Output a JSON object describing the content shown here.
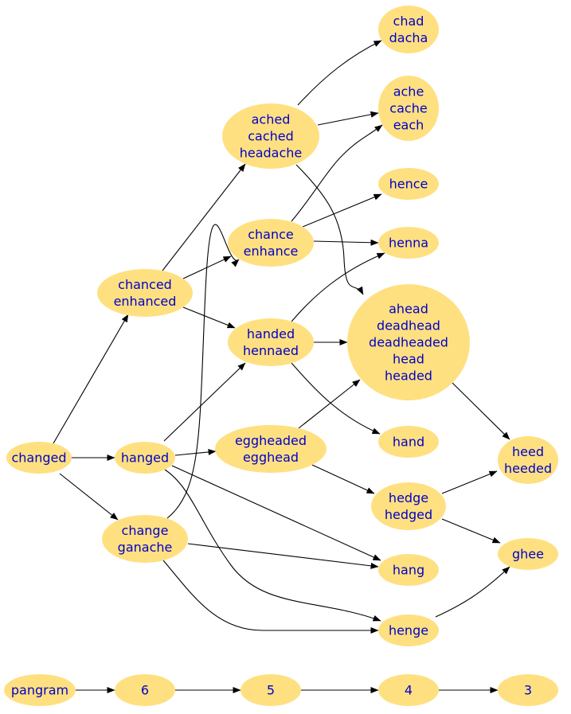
{
  "diagram": {
    "node_color": "#ffe080",
    "text_color": "#0000c8",
    "edge_color": "#000000",
    "nodes": [
      {
        "id": "changed",
        "lines": [
          "changed"
        ]
      },
      {
        "id": "chanced-enhanced",
        "lines": [
          "chanced",
          "enhanced"
        ]
      },
      {
        "id": "hanged",
        "lines": [
          "hanged"
        ]
      },
      {
        "id": "change-ganache",
        "lines": [
          "change",
          "ganache"
        ]
      },
      {
        "id": "ached-cached-headache",
        "lines": [
          "ached",
          "cached",
          "headache"
        ]
      },
      {
        "id": "chance-enhance",
        "lines": [
          "chance",
          "enhance"
        ]
      },
      {
        "id": "handed-hennaed",
        "lines": [
          "handed",
          "hennaed"
        ]
      },
      {
        "id": "eggheaded-egghead",
        "lines": [
          "eggheaded",
          "egghead"
        ]
      },
      {
        "id": "chad-dacha",
        "lines": [
          "chad",
          "dacha"
        ]
      },
      {
        "id": "ache-cache-each",
        "lines": [
          "ache",
          "cache",
          "each"
        ]
      },
      {
        "id": "hence",
        "lines": [
          "hence"
        ]
      },
      {
        "id": "henna",
        "lines": [
          "henna"
        ]
      },
      {
        "id": "ahead-group",
        "lines": [
          "ahead",
          "deadhead",
          "deadheaded",
          "head",
          "headed"
        ]
      },
      {
        "id": "hand",
        "lines": [
          "hand"
        ]
      },
      {
        "id": "hedge-hedged",
        "lines": [
          "hedge",
          "hedged"
        ]
      },
      {
        "id": "hang",
        "lines": [
          "hang"
        ]
      },
      {
        "id": "henge",
        "lines": [
          "henge"
        ]
      },
      {
        "id": "heed-heeded",
        "lines": [
          "heed",
          "heeded"
        ]
      },
      {
        "id": "ghee",
        "lines": [
          "ghee"
        ]
      },
      {
        "id": "pangram",
        "lines": [
          "pangram"
        ]
      },
      {
        "id": "len-6",
        "lines": [
          "6"
        ]
      },
      {
        "id": "len-5",
        "lines": [
          "5"
        ]
      },
      {
        "id": "len-4",
        "lines": [
          "4"
        ]
      },
      {
        "id": "len-3",
        "lines": [
          "3"
        ]
      }
    ],
    "edges": [
      {
        "from": "changed",
        "to": "chanced-enhanced"
      },
      {
        "from": "changed",
        "to": "hanged"
      },
      {
        "from": "changed",
        "to": "change-ganache"
      },
      {
        "from": "chanced-enhanced",
        "to": "ached-cached-headache"
      },
      {
        "from": "chanced-enhanced",
        "to": "chance-enhance"
      },
      {
        "from": "chanced-enhanced",
        "to": "handed-hennaed"
      },
      {
        "from": "hanged",
        "to": "handed-hennaed"
      },
      {
        "from": "hanged",
        "to": "eggheaded-egghead"
      },
      {
        "from": "hanged",
        "to": "hang"
      },
      {
        "from": "hanged",
        "to": "henge"
      },
      {
        "from": "change-ganache",
        "to": "chance-enhance"
      },
      {
        "from": "change-ganache",
        "to": "hang"
      },
      {
        "from": "change-ganache",
        "to": "henge"
      },
      {
        "from": "ached-cached-headache",
        "to": "chad-dacha"
      },
      {
        "from": "ached-cached-headache",
        "to": "ache-cache-each"
      },
      {
        "from": "ached-cached-headache",
        "to": "ahead-group"
      },
      {
        "from": "chance-enhance",
        "to": "ache-cache-each"
      },
      {
        "from": "chance-enhance",
        "to": "hence"
      },
      {
        "from": "chance-enhance",
        "to": "henna"
      },
      {
        "from": "handed-hennaed",
        "to": "henna"
      },
      {
        "from": "handed-hennaed",
        "to": "ahead-group"
      },
      {
        "from": "handed-hennaed",
        "to": "hand"
      },
      {
        "from": "eggheaded-egghead",
        "to": "ahead-group"
      },
      {
        "from": "eggheaded-egghead",
        "to": "hedge-hedged"
      },
      {
        "from": "ahead-group",
        "to": "heed-heeded"
      },
      {
        "from": "hedge-hedged",
        "to": "heed-heeded"
      },
      {
        "from": "hedge-hedged",
        "to": "ghee"
      },
      {
        "from": "henge",
        "to": "ghee"
      },
      {
        "from": "pangram",
        "to": "len-6"
      },
      {
        "from": "len-6",
        "to": "len-5"
      },
      {
        "from": "len-5",
        "to": "len-4"
      },
      {
        "from": "len-4",
        "to": "len-3"
      }
    ]
  }
}
